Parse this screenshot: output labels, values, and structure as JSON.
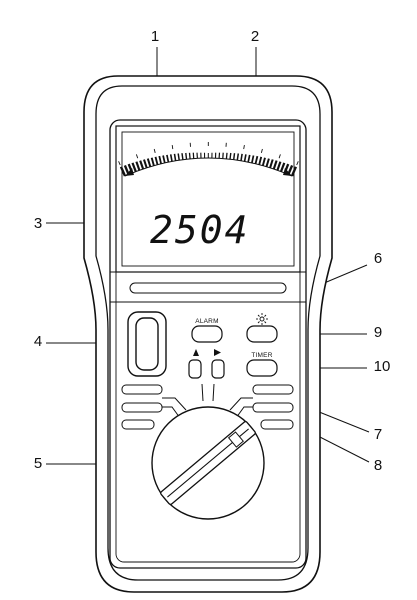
{
  "display": {
    "reading": "2504"
  },
  "buttons": {
    "alarm_label": "ALARM",
    "timer_label": "TIMER",
    "backlight_icon": "sun-icon",
    "left_arrow_icon": "triangle-up-icon",
    "right_arrow_icon": "triangle-right-icon"
  },
  "callouts": [
    {
      "id": "c1",
      "label": "1"
    },
    {
      "id": "c2",
      "label": "2"
    },
    {
      "id": "c3",
      "label": "3"
    },
    {
      "id": "c4",
      "label": "4"
    },
    {
      "id": "c5",
      "label": "5"
    },
    {
      "id": "c6",
      "label": "6"
    },
    {
      "id": "c7",
      "label": "7"
    },
    {
      "id": "c8",
      "label": "8"
    },
    {
      "id": "c9",
      "label": "9"
    },
    {
      "id": "c10",
      "label": "10"
    }
  ],
  "colors": {
    "line": "#111111",
    "body": "#ffffff"
  }
}
